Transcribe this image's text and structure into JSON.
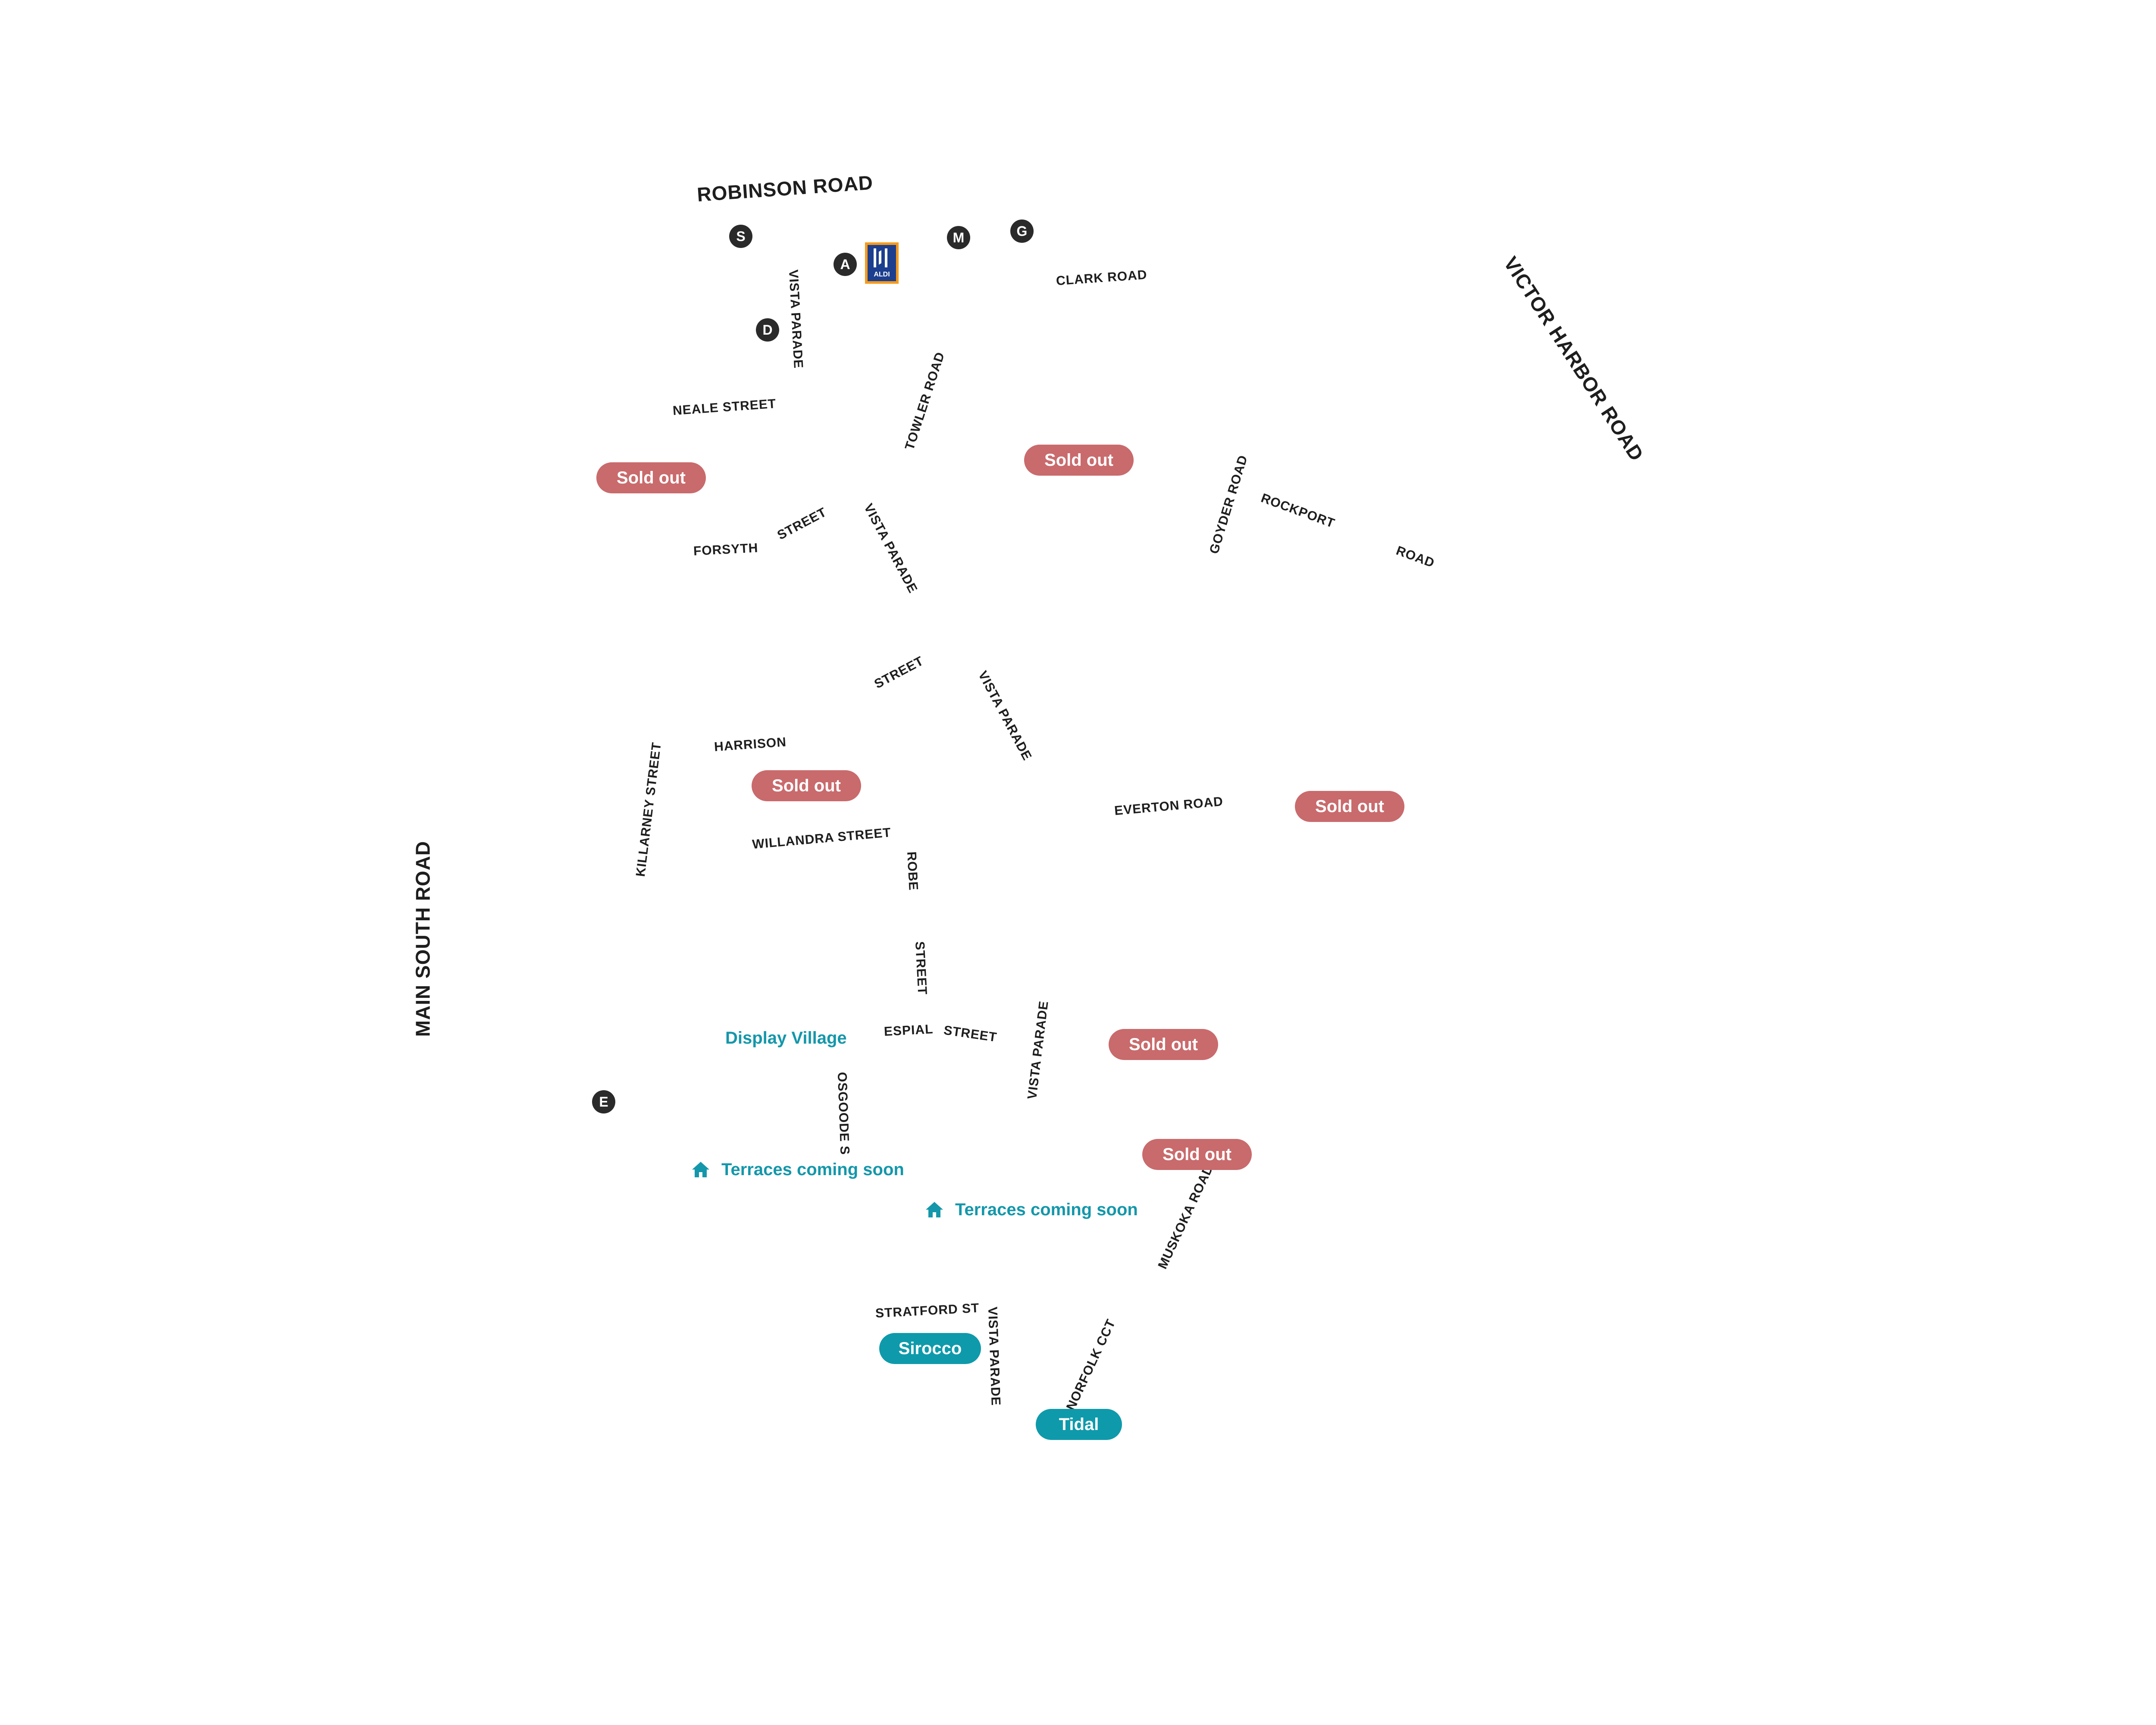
{
  "roads": {
    "robinson_road": "ROBINSON ROAD",
    "victor_harbor_road": "VICTOR HARBOR ROAD",
    "main_south_road": "MAIN SOUTH ROAD",
    "clark_road": "CLARK ROAD",
    "vista_parade": "VISTA PARADE",
    "neale_street": "NEALE STREET",
    "towler_road": "TOWLER ROAD",
    "goyder_road": "GOYDER ROAD",
    "rockport": "ROCKPORT",
    "road": "ROAD",
    "forsyth": "FORSYTH",
    "street": "STREET",
    "harrison": "HARRISON",
    "killarney_street": "KILLARNEY STREET",
    "willandra_street": "WILLANDRA STREET",
    "everton_road": "EVERTON ROAD",
    "robe": "ROBE",
    "espial": "ESPIAL",
    "osgoode": "OSGOODE S",
    "muskoka_road": "MUSKOKA ROAD",
    "stratford_st": "STRATFORD ST",
    "norfolk_cct": "NORFOLK CCT"
  },
  "status": {
    "sold_out": "Sold out",
    "display_village": "Display Village",
    "terraces_coming_soon": "Terraces coming soon"
  },
  "stages": {
    "sirocco": "Sirocco",
    "tidal": "Tidal"
  },
  "markers": {
    "s": "S",
    "a": "A",
    "m": "M",
    "g": "G",
    "d": "D",
    "e": "E"
  },
  "logo": {
    "aldi": "ALDI"
  },
  "colors": {
    "sold_out": "#c96a6c",
    "teal": "#0e9aab",
    "marker": "#2a2a2a",
    "aldi_blue": "#1c3e8f",
    "aldi_orange": "#f59b1d"
  },
  "icons": {
    "home": "home-icon"
  }
}
